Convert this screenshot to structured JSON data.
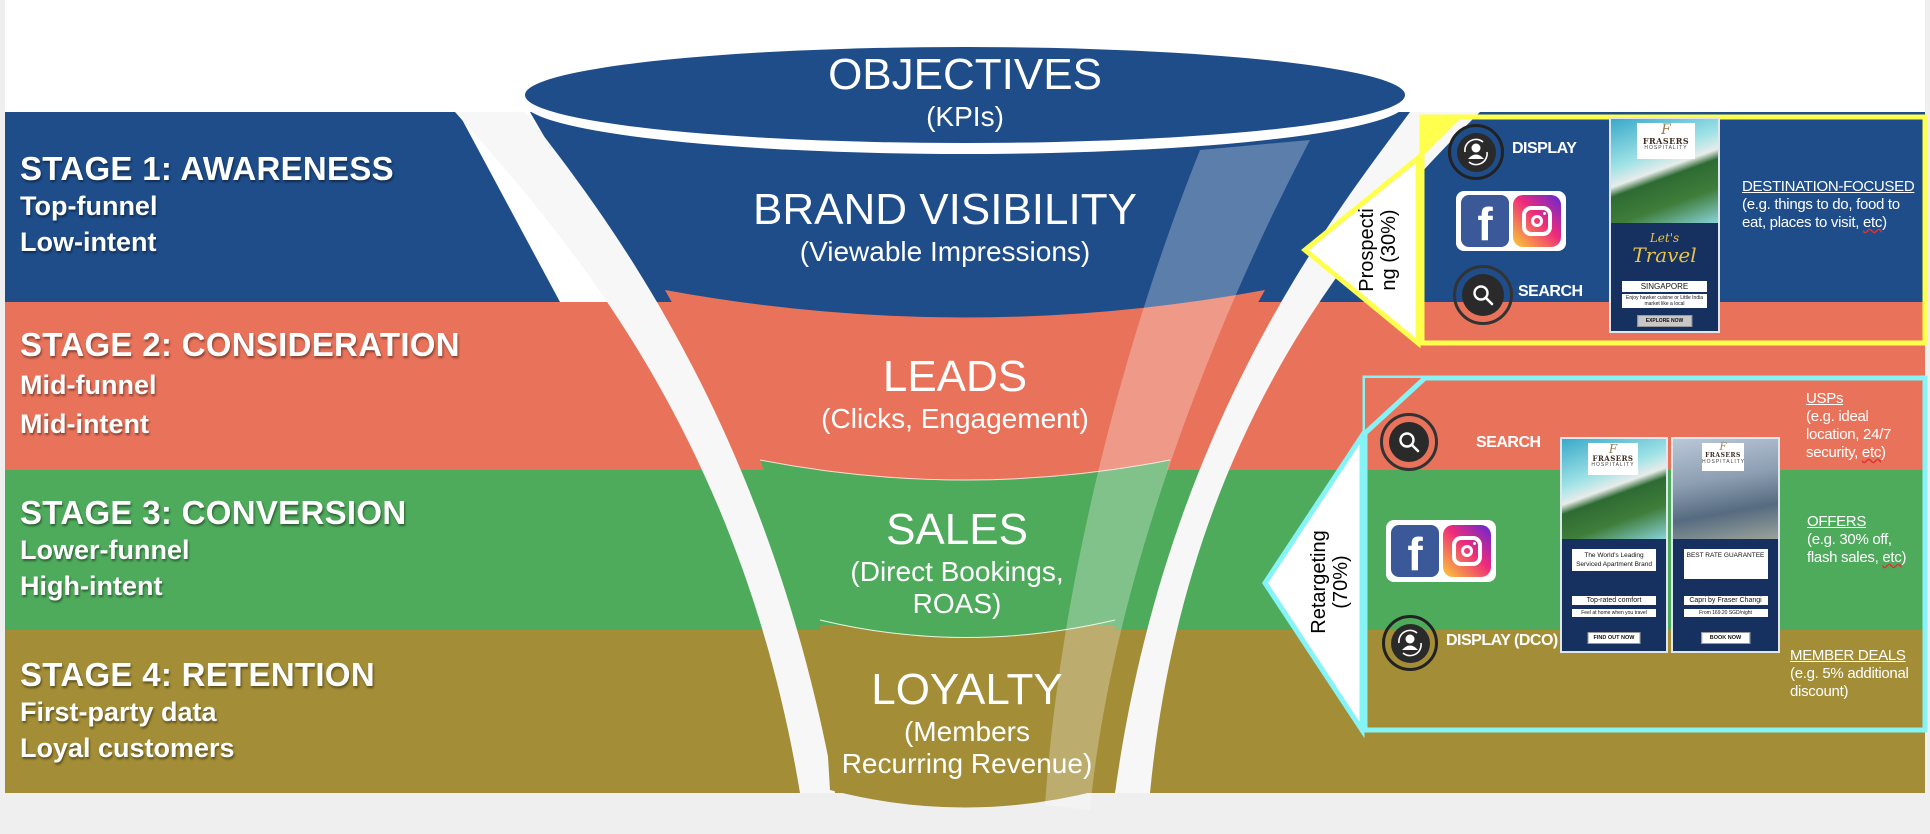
{
  "stages": [
    {
      "title": "STAGE 1: AWARENESS",
      "lines": [
        "Top-funnel",
        "Low-intent"
      ],
      "color": "#1e4d8a"
    },
    {
      "title": "STAGE 2: CONSIDERATION",
      "lines": [
        "Mid-funnel",
        "Mid-intent"
      ],
      "color": "#e9735a"
    },
    {
      "title": "STAGE 3: CONVERSION",
      "lines": [
        "Lower-funnel",
        "High-intent"
      ],
      "color": "#4fab5c"
    },
    {
      "title": "STAGE 4: RETENTION",
      "lines": [
        "First-party data",
        "Loyal customers"
      ],
      "color": "#a38d36"
    }
  ],
  "funnel": {
    "top": {
      "title": "OBJECTIVES",
      "sub": "(KPIs)"
    },
    "levels": [
      {
        "title": "BRAND VISIBILITY",
        "sub": [
          "(Viewable Impressions)"
        ]
      },
      {
        "title": "LEADS",
        "sub": [
          "(Clicks, Engagement)"
        ]
      },
      {
        "title": "SALES",
        "sub": [
          "(Direct Bookings,",
          "ROAS)"
        ]
      },
      {
        "title": "LOYALTY",
        "sub": [
          "(Members",
          "Recurring Revenue)"
        ]
      }
    ]
  },
  "prospecting": {
    "label_line1": "Prospecti",
    "label_line2": "ng (30%)",
    "border_color": "#ffff4d",
    "channels": {
      "display": "DISPLAY",
      "search": "SEARCH"
    },
    "ad": {
      "brand": "FRASERS",
      "brand_sub": "HOSPITALITY",
      "script_line1": "Let's",
      "script_line2": "Travel",
      "headline": "SINGAPORE",
      "body": "Enjoy hawker cuisine or Little India market like a local",
      "cta": "EXPLORE NOW"
    },
    "note": {
      "head": "DESTINATION-FOCUSED",
      "body_line1": "(e.g. things to do, food to",
      "body_line2": "eat, places to visit, ",
      "body_etc": "etc",
      "body_end": ")"
    }
  },
  "retargeting": {
    "label_line1": "Retargeting",
    "label_line2": "(70%)",
    "border_color": "#86f3f7",
    "channels": {
      "search": "SEARCH",
      "display": "DISPLAY (DCO)"
    },
    "ads": [
      {
        "brand": "FRASERS",
        "brand_sub": "HOSPITALITY",
        "headline": "The World's Leading Serviced Apartment Brand",
        "line1": "Top-rated comfort",
        "line2": "Feel at home when you travel",
        "cta": "FIND OUT NOW"
      },
      {
        "brand": "FRASERS",
        "brand_sub": "HOSPITALITY",
        "headline": "BEST RATE GUARANTEE",
        "line1": "Capri by Fraser Changi",
        "line2": "From 169.20 SGD/night",
        "cta": "BOOK NOW"
      }
    ],
    "notes": [
      {
        "head": "USPs",
        "lines": [
          "(e.g. ideal",
          "location, 24/7",
          "security, "
        ],
        "etc": "etc",
        "end": ")"
      },
      {
        "head": "OFFERS",
        "lines": [
          "(e.g. 30% off,",
          "flash sales, "
        ],
        "etc": "etc",
        "end": ")"
      },
      {
        "head": "MEMBER DEALS",
        "lines": [
          "(e.g. 5% additional",
          "discount)"
        ],
        "etc": "",
        "end": ""
      }
    ]
  }
}
